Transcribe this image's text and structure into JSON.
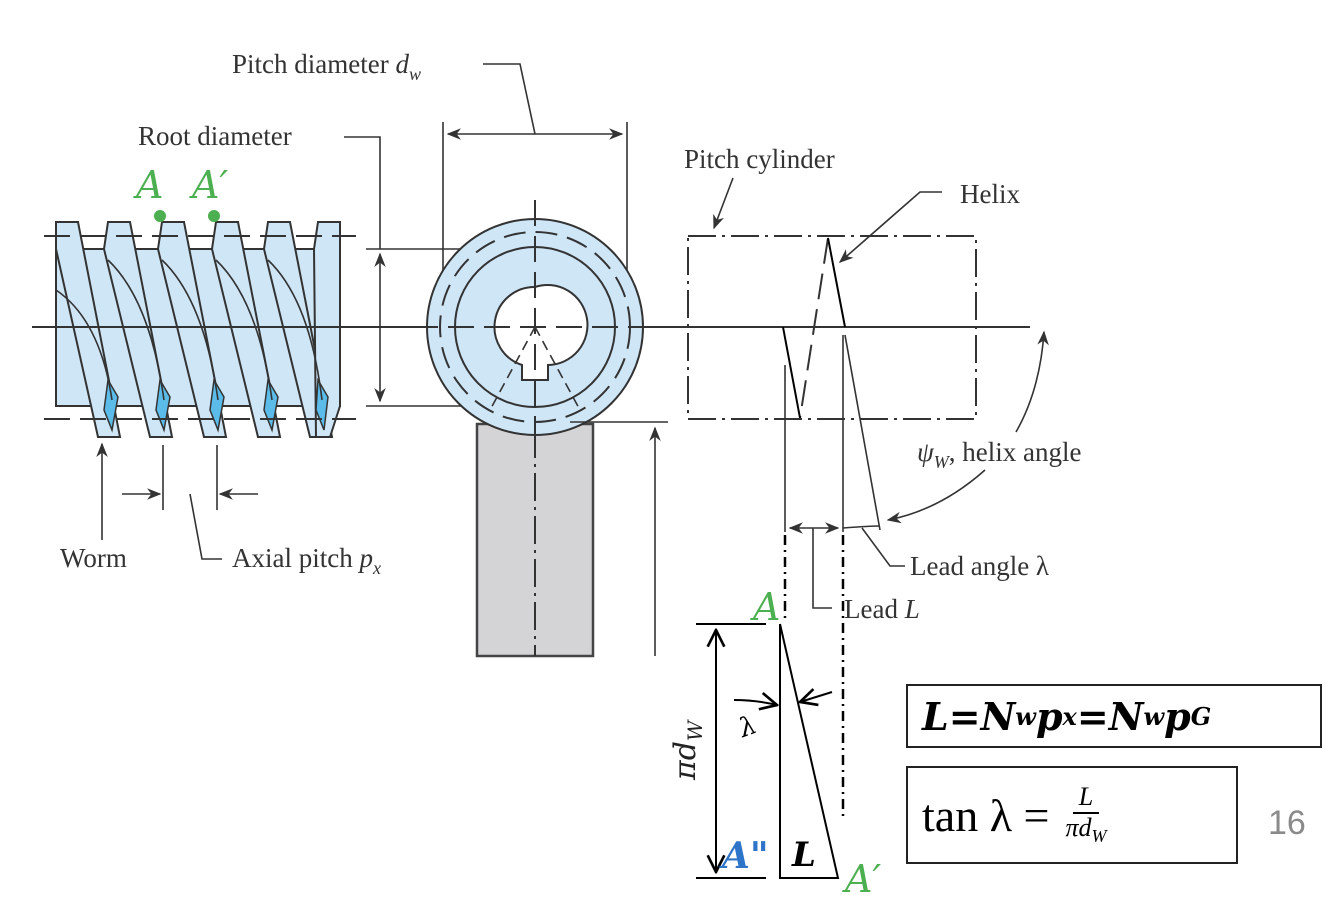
{
  "labels": {
    "pitch_diameter": "Pitch diameter",
    "pitch_diameter_symbol": "d",
    "pitch_diameter_sub": "w",
    "root_diameter": "Root diameter",
    "pitch_cylinder": "Pitch cylinder",
    "helix": "Helix",
    "helix_angle_symbol": "ψ",
    "helix_angle_sub": "W",
    "helix_angle_text": ", helix angle",
    "worm": "Worm",
    "axial_pitch": "Axial pitch",
    "axial_pitch_symbol": "p",
    "axial_pitch_sub": "x",
    "lead_angle": "Lead angle λ",
    "lead": "Lead",
    "lead_symbol": "L"
  },
  "points": {
    "a_top": "A",
    "a_prime_top": "A′",
    "a_triangle": "A",
    "a_double_prime": "A\"",
    "a_prime_triangle": "A′"
  },
  "triangle": {
    "lambda": "λ",
    "side_L": "L",
    "height_label": "πd",
    "height_sub": "W"
  },
  "equations": {
    "eq1_L": "L",
    "eq1_eq": " = ",
    "eq1_N": "N",
    "eq1_Nsub": "w",
    "eq1_p": "p",
    "eq1_psub_x": "x",
    "eq1_psub_G": "G",
    "eq2_lhs": "tan λ =",
    "eq2_num": "L",
    "eq2_den": "πd",
    "eq2_den_sub": "W"
  },
  "page_number": "16",
  "colors": {
    "thread_light": "#cfe6f7",
    "thread_dark": "#5bbcea",
    "point_green": "#4caf50",
    "point_blue": "#2e74c9",
    "shaft_gray": "#d4d4d6",
    "page_num_gray": "#8a8a8a"
  }
}
